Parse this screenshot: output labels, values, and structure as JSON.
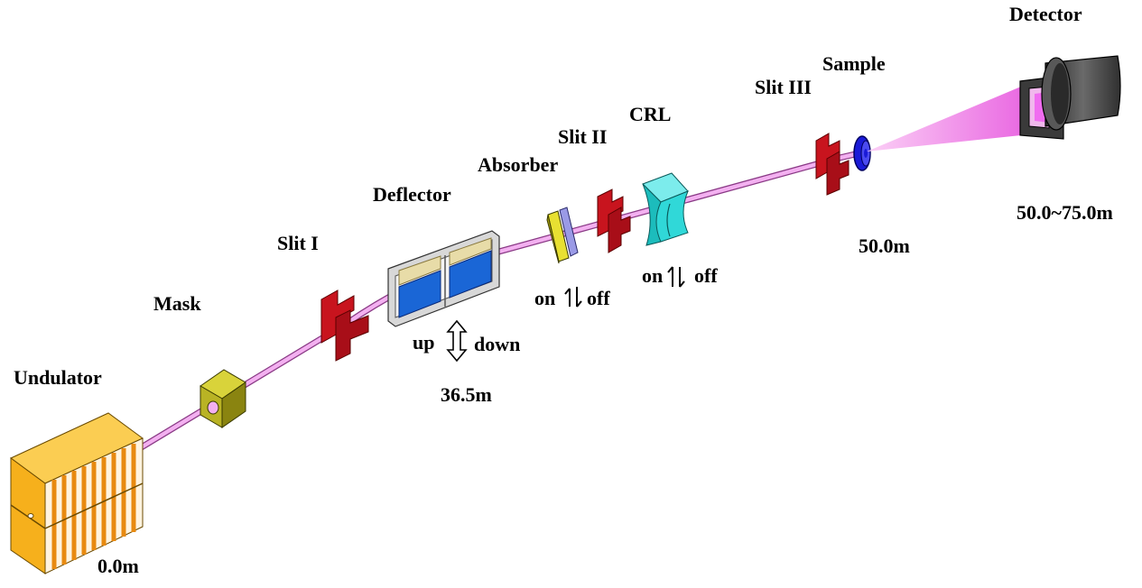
{
  "labels": {
    "undulator": "Undulator",
    "mask": "Mask",
    "slit1": "Slit I",
    "deflector": "Deflector",
    "absorber": "Absorber",
    "slit2": "Slit II",
    "crl": "CRL",
    "slit3": "Slit III",
    "sample": "Sample",
    "detector": "Detector"
  },
  "distances": {
    "undulator": "0.0m",
    "deflector": "36.5m",
    "sample": "50.0m",
    "detector": "50.0~75.0m"
  },
  "switches": {
    "absorber": {
      "on": "on",
      "off": "off"
    },
    "crl": {
      "on": "on",
      "off": "off"
    },
    "deflector": {
      "up": "up",
      "down": "down"
    }
  },
  "colors": {
    "beam": "#f0a0ee",
    "beam_edge": "#9a4a96",
    "undulator": "#f6b01c",
    "mask": "#b9b324",
    "slit": "#c8141e",
    "deflector_crystal": "#1a66d6",
    "deflector_pad": "#e8dca8",
    "absorber": "#e8e032",
    "absorber_plate": "#9a9ae6",
    "crl": "#30d8d8",
    "sample": "#1a1ad8",
    "detector": "#4a4a4a",
    "detector_cone": "#f06cf0"
  }
}
